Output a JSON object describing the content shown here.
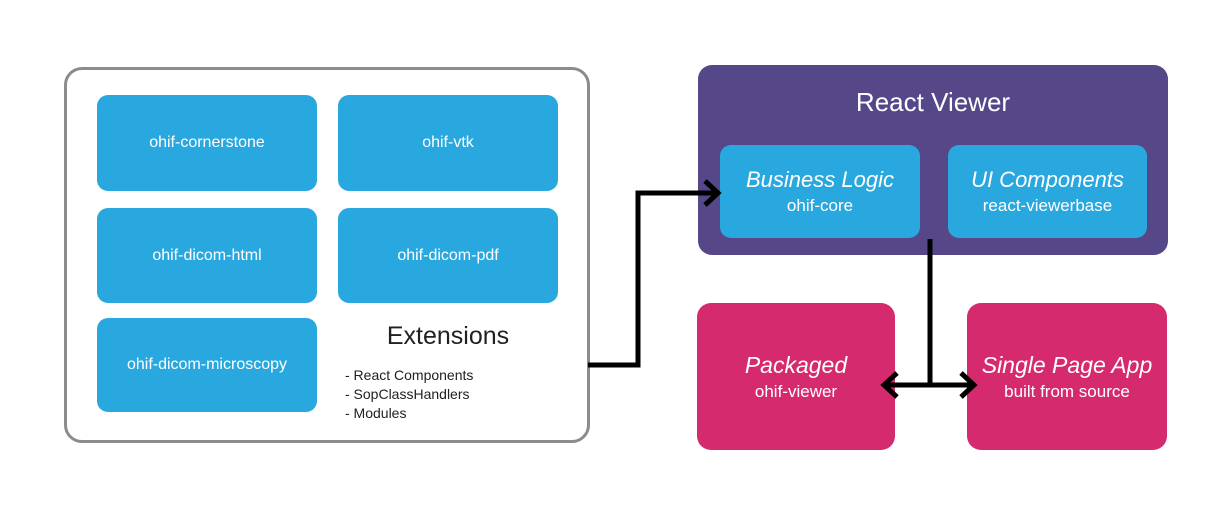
{
  "colors": {
    "box_blue": "#29a8df",
    "panel_purple": "#554788",
    "box_pink": "#d62a6e",
    "container_border_gray": "#8c8c8c",
    "arrow_black": "#000000",
    "heading_text": "#212121",
    "box_text": "#ffffff"
  },
  "extensions_panel": {
    "title": "Extensions",
    "bullets": [
      "- React Components",
      "- SopClassHandlers",
      "- Modules"
    ],
    "boxes": [
      "ohif-cornerstone",
      "ohif-vtk",
      "ohif-dicom-html",
      "ohif-dicom-pdf",
      "ohif-dicom-microscopy"
    ]
  },
  "react_viewer": {
    "title": "React Viewer",
    "modules": [
      {
        "title": "Business Logic",
        "subtitle": "ohif-core"
      },
      {
        "title": "UI Components",
        "subtitle": "react-viewerbase"
      }
    ]
  },
  "outputs": [
    {
      "title": "Packaged",
      "subtitle": "ohif-viewer"
    },
    {
      "title": "Single Page App",
      "subtitle": "built from source"
    }
  ]
}
